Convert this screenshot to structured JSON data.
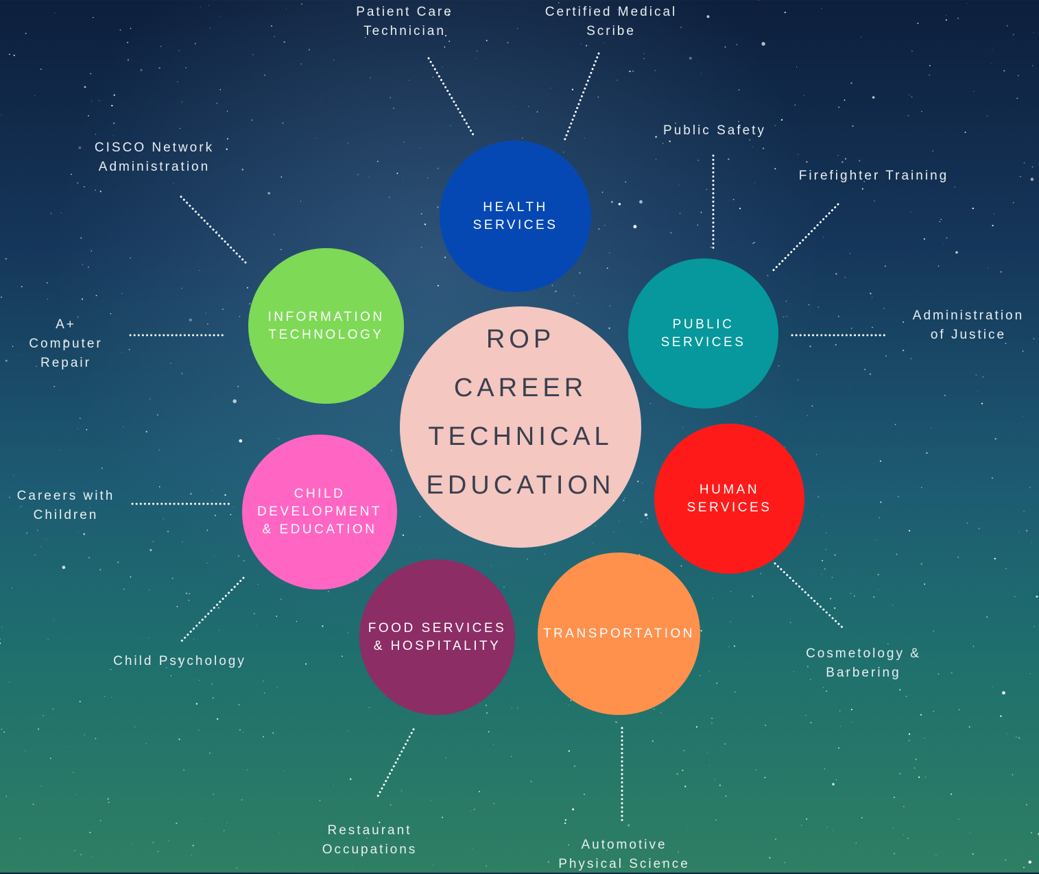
{
  "center": {
    "lines": [
      "ROP",
      "CAREER",
      "TECHNICAL",
      "EDUCATION"
    ]
  },
  "categories": [
    {
      "id": "health",
      "label": "HEALTH\nSERVICES",
      "color": "#0648b3"
    },
    {
      "id": "public",
      "label": "PUBLIC\nSERVICES",
      "color": "#06989c"
    },
    {
      "id": "human",
      "label": "HUMAN\nSERVICES",
      "color": "#ff1a1a"
    },
    {
      "id": "transportation",
      "label": "TRANSPORTATION",
      "color": "#ff914d"
    },
    {
      "id": "food",
      "label": "FOOD SERVICES\n& HOSPITALITY",
      "color": "#8c2d65"
    },
    {
      "id": "child",
      "label": "CHILD\nDEVELOPMENT\n& EDUCATION",
      "color": "#ff66c4"
    },
    {
      "id": "it",
      "label": "INFORMATION\nTECHNOLOGY",
      "color": "#7ed957"
    }
  ],
  "programs": {
    "patient_care_technician": "Patient Care\nTechnician",
    "certified_medical_scribe": "Certified Medical\nScribe",
    "public_safety": "Public Safety",
    "firefighter_training": "Firefighter Training",
    "administration_of_justice": "Administration\nof Justice",
    "cosmetology_barbering": "Cosmetology &\nBarbering",
    "automotive_physical_science": "Automotive\nPhysical Science",
    "restaurant_occupations": "Restaurant\nOccupations",
    "child_psychology": "Child Psychology",
    "careers_with_children": "Careers with\nChildren",
    "a_plus_computer_repair": "A+\nComputer\nRepair",
    "cisco_network_administration": "CISCO Network\nAdministration"
  }
}
